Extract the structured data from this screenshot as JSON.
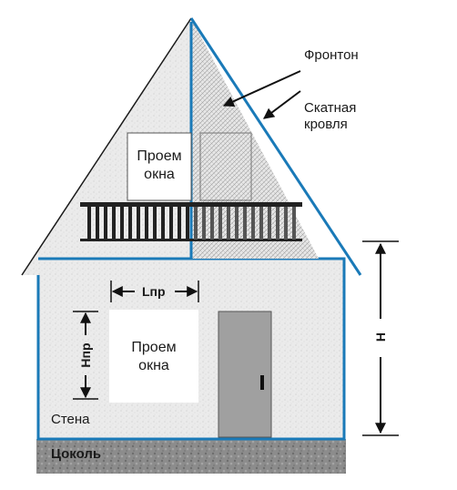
{
  "labels": {
    "gable": "Фронтон",
    "roof": "Скатная кровля",
    "roof_line1": "Скатная",
    "roof_line2": "кровля",
    "window_upper_line1": "Проем",
    "window_upper_line2": "окна",
    "window_lower_line1": "Проем",
    "window_lower_line2": "окна",
    "width": "Lпр",
    "height_window": "Hпр",
    "height_wall": "H",
    "wall": "Стена",
    "plinth": "Цоколь"
  },
  "colors": {
    "outline_blue": "#1a7ab8",
    "stucco": "#e8e8e8",
    "door": "#a0a0a0",
    "plinth": "#8a8a8a",
    "railing": "#222222"
  }
}
